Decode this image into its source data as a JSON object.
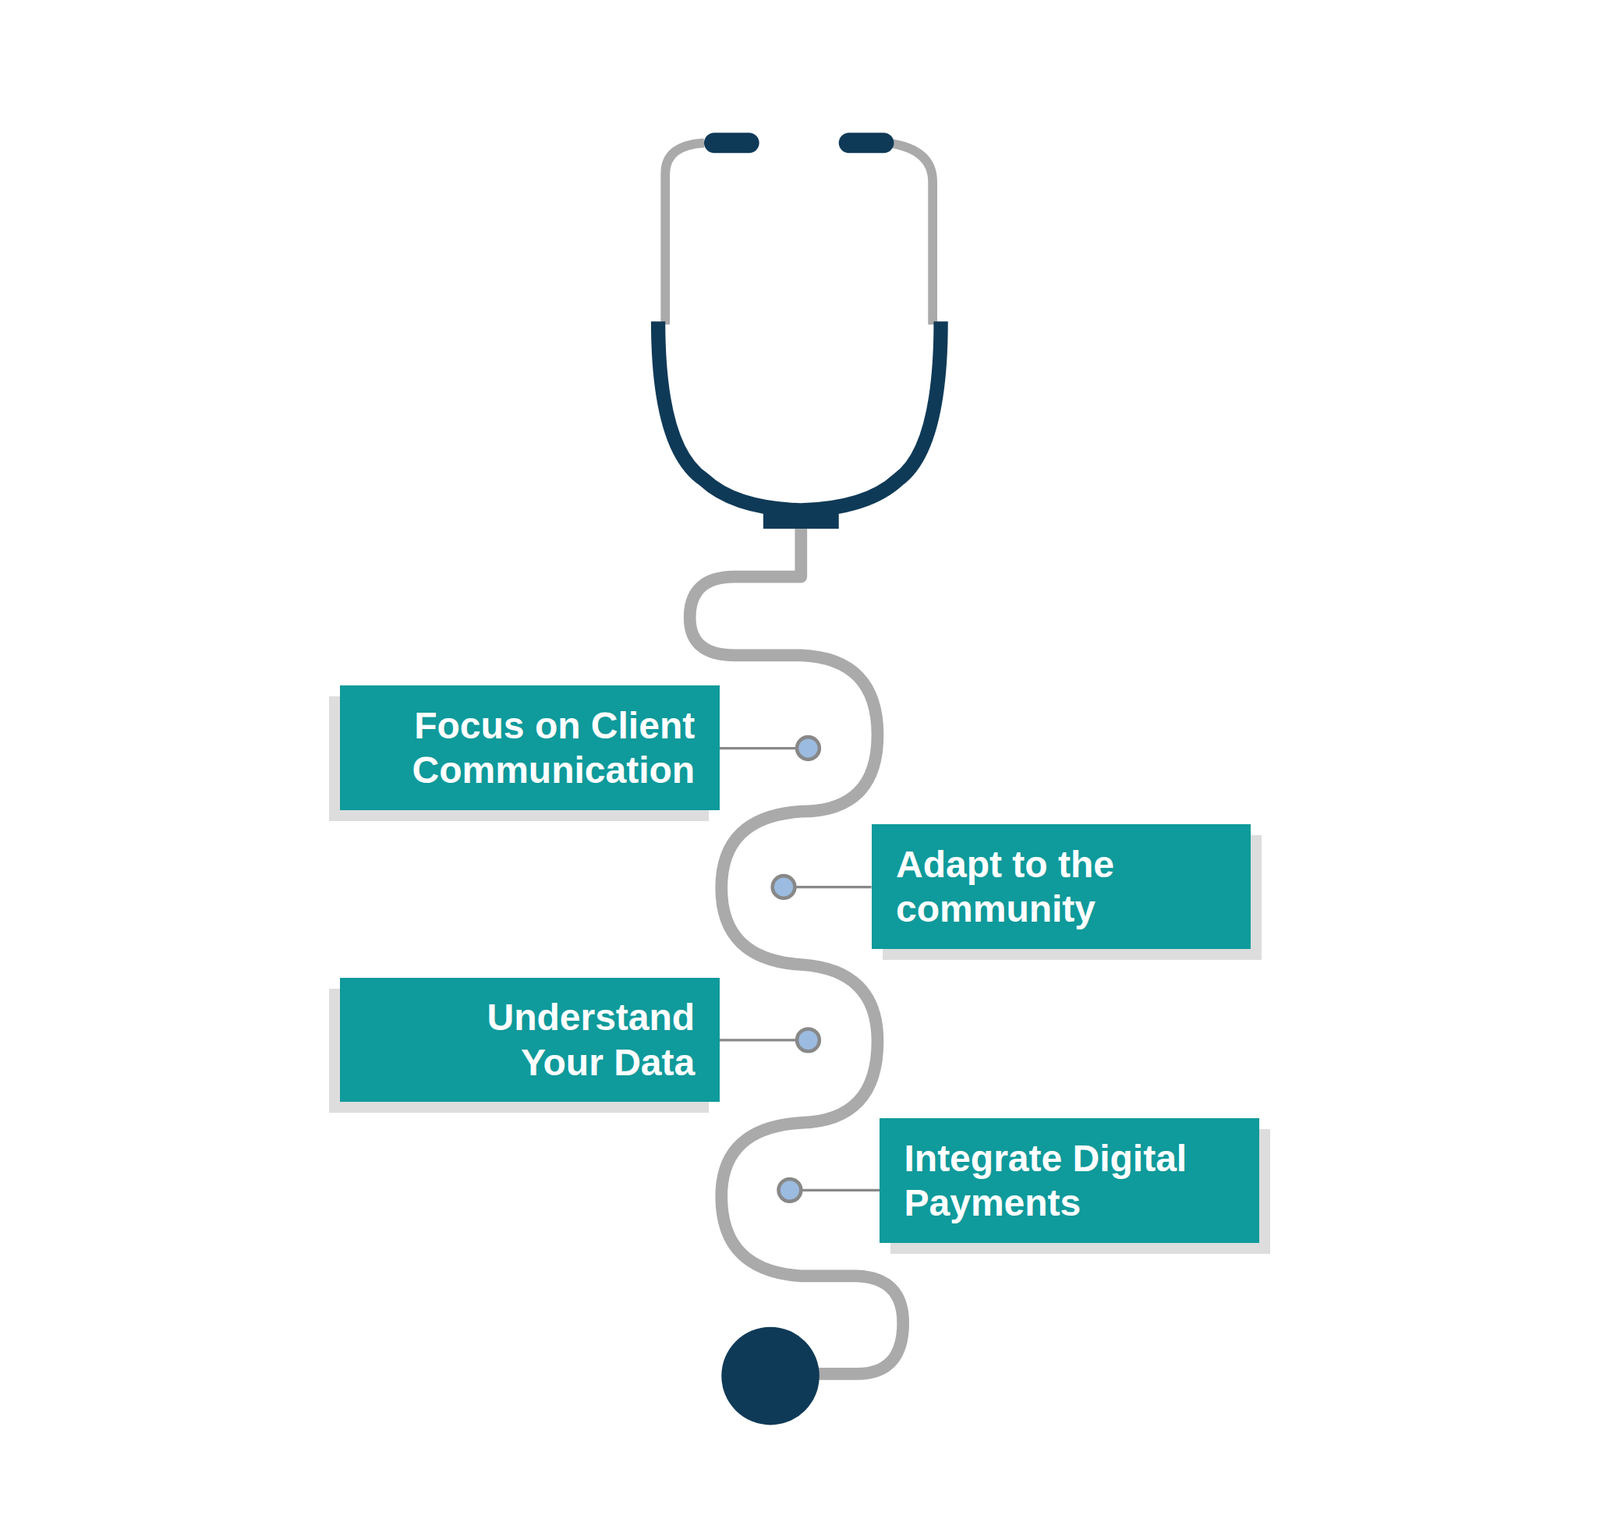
{
  "diagram": {
    "nodes": [
      {
        "text": [
          "Focus on Client Communication"
        ]
      },
      {
        "text": [
          "Adapt to the community"
        ]
      },
      {
        "text": [
          "Understand Your Data"
        ]
      },
      {
        "text": [
          "Integrate Digital Payments"
        ]
      }
    ]
  }
}
